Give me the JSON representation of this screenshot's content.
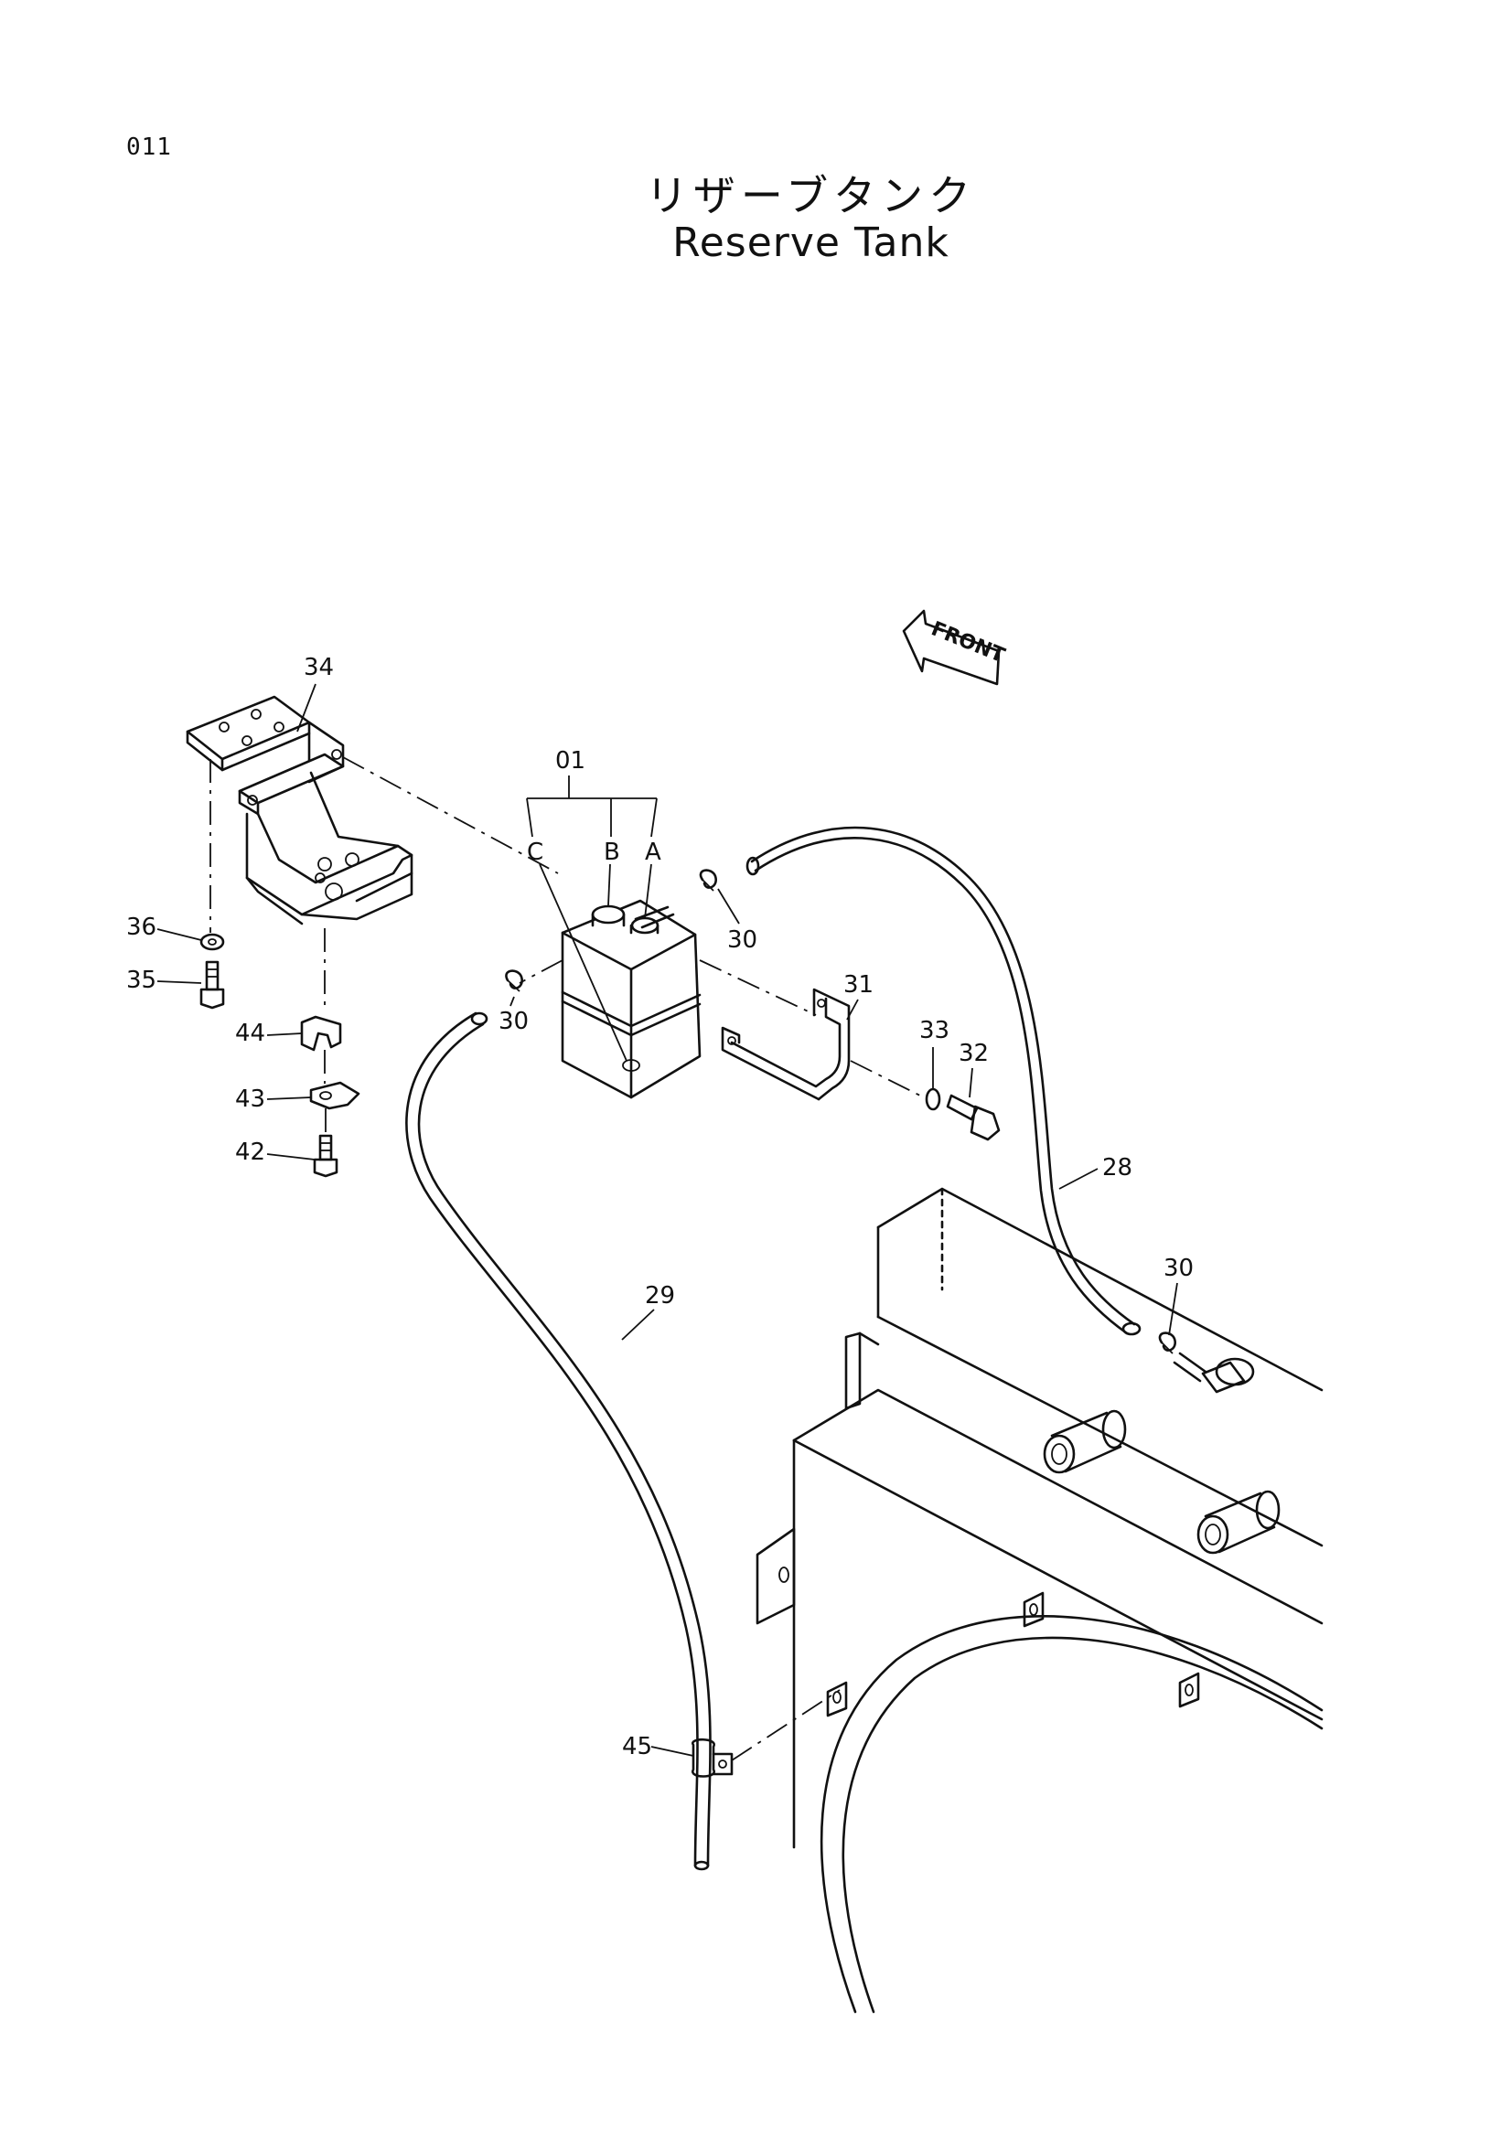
{
  "page_number": "011",
  "title_japanese": "リザーブタンク",
  "title_english": "Reserve Tank",
  "direction_label": "FRONT",
  "callouts": {
    "c34": "34",
    "c01": "01",
    "cA": "A",
    "cB": "B",
    "cC": "C",
    "c30a": "30",
    "c30b": "30",
    "c30c": "30",
    "c31": "31",
    "c33": "33",
    "c32": "32",
    "c36": "36",
    "c35": "35",
    "c44": "44",
    "c43": "43",
    "c42": "42",
    "c28": "28",
    "c29": "29",
    "c45": "45"
  }
}
